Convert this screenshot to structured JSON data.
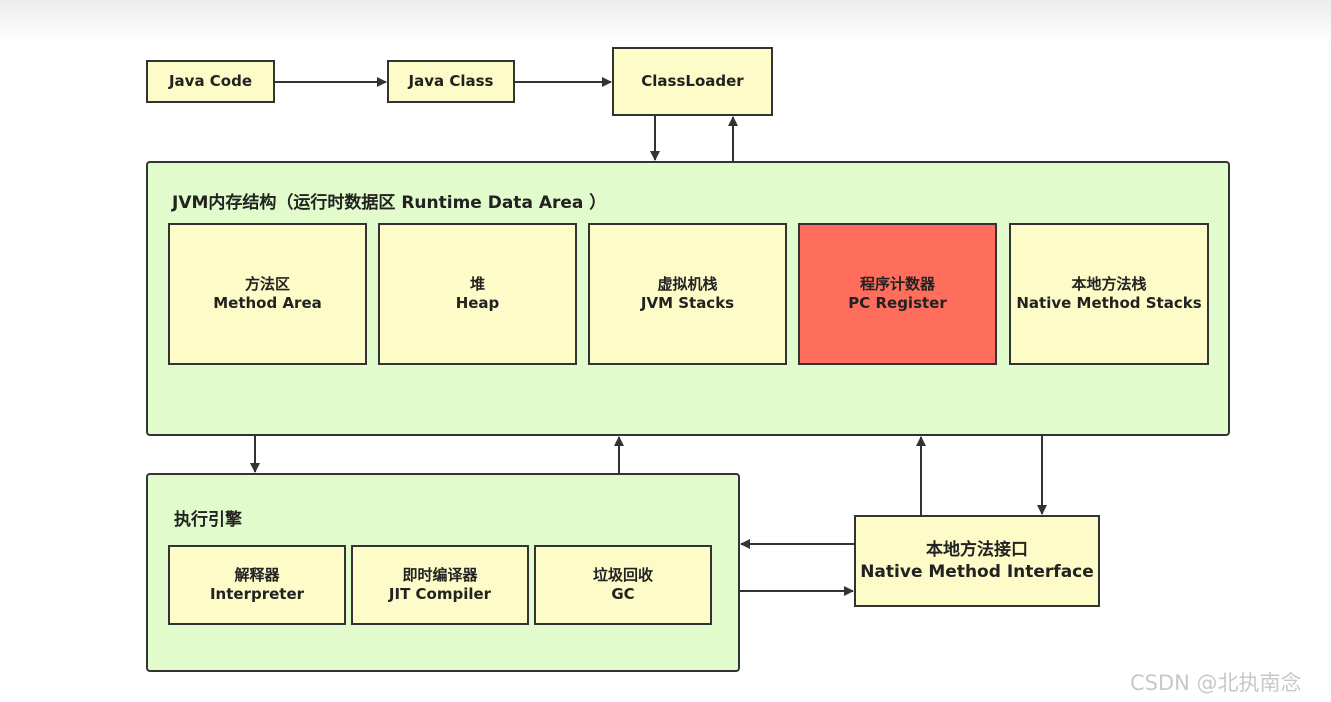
{
  "top_flow": {
    "java_code": "Java Code",
    "java_class": "Java Class",
    "classloader": "ClassLoader"
  },
  "runtime_area": {
    "title": "JVM内存结构（运行时数据区 Runtime Data Area ）",
    "items": [
      {
        "cn": "方法区",
        "en": "Method Area"
      },
      {
        "cn": "堆",
        "en": "Heap"
      },
      {
        "cn": "虚拟机栈",
        "en": "JVM Stacks"
      },
      {
        "cn": "程序计数器",
        "en": "PC Register"
      },
      {
        "cn": "本地方法栈",
        "en": "Native Method Stacks"
      }
    ]
  },
  "execution_engine": {
    "title": "执行引擎",
    "items": [
      {
        "cn": "解释器",
        "en": "Interpreter"
      },
      {
        "cn": "即时编译器",
        "en": "JIT Compiler"
      },
      {
        "cn": "垃圾回收",
        "en": "GC"
      }
    ]
  },
  "native_interface": {
    "cn": "本地方法接口",
    "en": "Native Method Interface"
  },
  "watermark": "CSDN @北执南念",
  "colors": {
    "box": "#fdfbc8",
    "area": "#e2fbcc",
    "highlight": "#ff6e5c"
  }
}
